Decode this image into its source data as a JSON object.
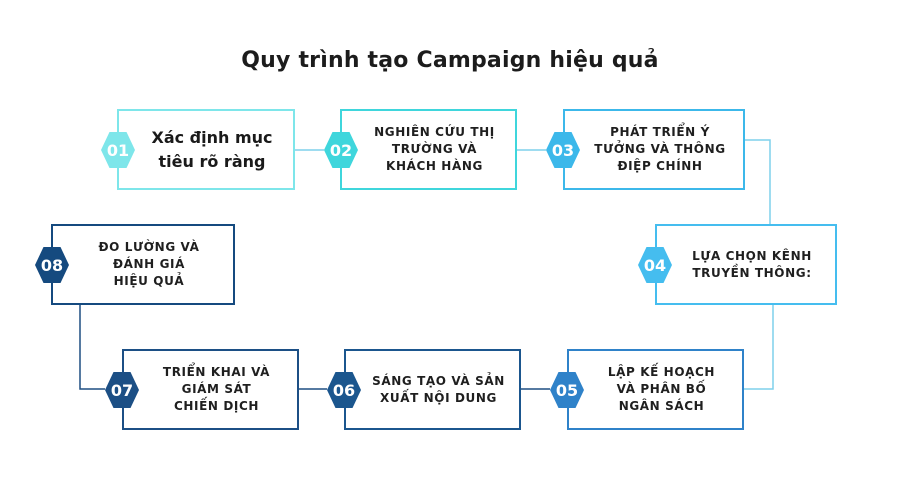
{
  "title": "Quy trình tạo Campaign hiệu quả",
  "colors": {
    "step_01": "#7ee6ea",
    "step_02": "#3fd6dc",
    "step_03": "#3cb8ea",
    "step_04": "#45bdef",
    "step_05": "#2f82c9",
    "step_06": "#1b568e",
    "step_07": "#1c4f85",
    "step_08": "#154a7f",
    "connector_light": "#7fd0ec",
    "connector_dark": "#1e4f82"
  },
  "steps": [
    {
      "number": "01",
      "label": "Xác định mục tiêu rõ ràng"
    },
    {
      "number": "02",
      "label": "NGHIÊN CỨU THỊ TRƯỜNG VÀ KHÁCH HÀNG"
    },
    {
      "number": "03",
      "label": "PHÁT TRIỂN Ý TƯỞNG VÀ THÔNG ĐIỆP CHÍNH"
    },
    {
      "number": "04",
      "label": "LỰA CHỌN KÊNH TRUYỀN THÔNG:"
    },
    {
      "number": "05",
      "label": "LẬP KẾ HOẠCH VÀ PHÂN BỐ NGÂN SÁCH"
    },
    {
      "number": "06",
      "label": "SÁNG TẠO VÀ SẢN XUẤT NỘI DUNG"
    },
    {
      "number": "07",
      "label": "TRIỂN KHAI VÀ GIÁM SÁT CHIẾN DỊCH"
    },
    {
      "number": "08",
      "label": "ĐO LƯỜNG VÀ ĐÁNH GIÁ HIỆU QUẢ"
    }
  ]
}
